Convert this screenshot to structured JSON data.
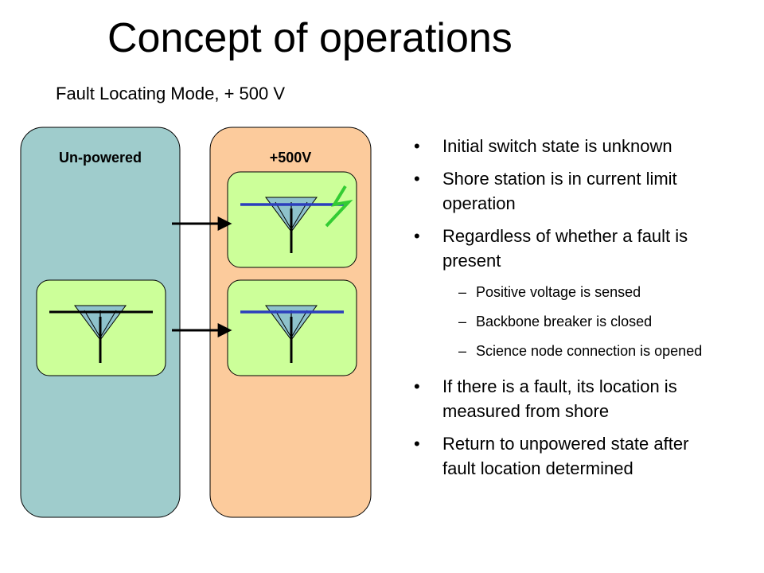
{
  "slide": {
    "title": "Concept of operations",
    "subtitle": "Fault Locating Mode, + 500 V"
  },
  "diagram": {
    "left_panel": {
      "label": "Un-powered",
      "color": "#9fcccc"
    },
    "right_panel": {
      "label": "+500V",
      "color": "#fccb9c"
    },
    "box_color": "#ccff99",
    "powered_line_color": "#2b3ebd",
    "fault_color": "#33cc33",
    "switches": [
      {
        "panel": "right",
        "state": "powered",
        "fault": true
      },
      {
        "panel": "right",
        "state": "powered",
        "fault": false
      },
      {
        "panel": "left",
        "state": "unpowered",
        "fault": false
      }
    ]
  },
  "bullets": [
    {
      "level": 1,
      "text": "Initial switch state is unknown"
    },
    {
      "level": 1,
      "text": "Shore station is in current limit operation"
    },
    {
      "level": 1,
      "text": "Regardless of whether a fault is present"
    },
    {
      "level": 2,
      "text": "Positive voltage is sensed"
    },
    {
      "level": 2,
      "text": "Backbone breaker is closed"
    },
    {
      "level": 2,
      "text": "Science node connection is opened"
    },
    {
      "level": 1,
      "text": "If there is a fault, its location is measured from shore"
    },
    {
      "level": 1,
      "text": "Return to unpowered state after fault location determined"
    }
  ]
}
